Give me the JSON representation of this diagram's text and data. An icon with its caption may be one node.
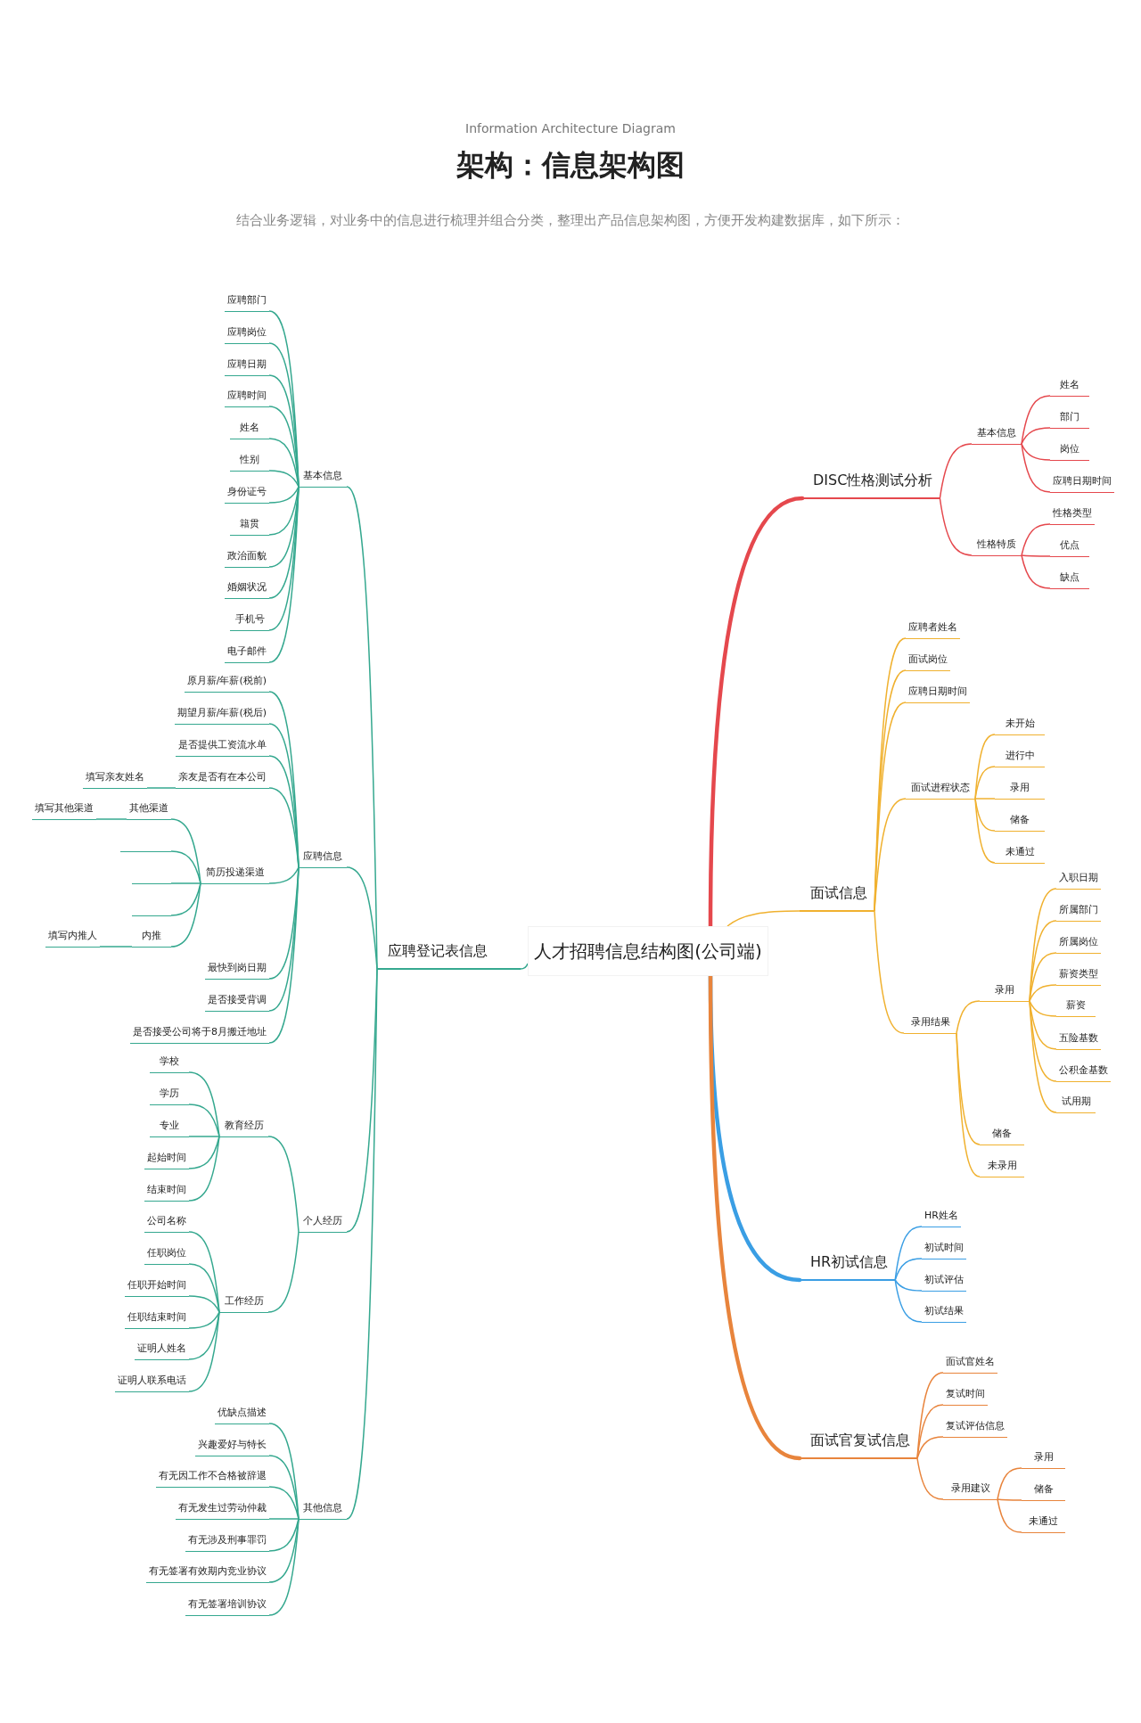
{
  "diagram": {
    "title": "架构：信息架构图",
    "labels": [
      "Information Architecture Diagram",
      "结合业务逻辑，对业务中的信息进行梳理并组合分类，整理出产品信息架构图，方便开发构建数据库，如下所示："
    ],
    "nodes": [
      {
        "text": [
          "人才招聘信息结构图(公司端)"
        ]
      },
      {
        "text": [
          "应聘登记表信息"
        ]
      },
      {
        "text": [
          "基本信息"
        ]
      },
      {
        "text": [
          "应聘部门"
        ]
      },
      {
        "text": [
          "应聘岗位"
        ]
      },
      {
        "text": [
          "应聘日期"
        ]
      },
      {
        "text": [
          "应聘时间"
        ]
      },
      {
        "text": [
          "姓名"
        ]
      },
      {
        "text": [
          "性别"
        ]
      },
      {
        "text": [
          "身份证号"
        ]
      },
      {
        "text": [
          "籍贯"
        ]
      },
      {
        "text": [
          "政治面貌"
        ]
      },
      {
        "text": [
          "婚姻状况"
        ]
      },
      {
        "text": [
          "手机号"
        ]
      },
      {
        "text": [
          "电子邮件"
        ]
      },
      {
        "text": [
          "应聘信息"
        ]
      },
      {
        "text": [
          "原月薪/年薪(税前)"
        ]
      },
      {
        "text": [
          "期望月薪/年薪(税后)"
        ]
      },
      {
        "text": [
          "是否提供工资流水单"
        ]
      },
      {
        "text": [
          "亲友是否有在本公司"
        ]
      },
      {
        "text": [
          "填写亲友姓名"
        ]
      },
      {
        "text": [
          "简历投递渠道"
        ]
      },
      {
        "text": [
          "其他渠道"
        ]
      },
      {
        "text": [
          "填写其他渠道"
        ]
      },
      {
        "text": [],
        "shape": "line"
      },
      {
        "text": [],
        "shape": "line"
      },
      {
        "text": [],
        "shape": "line"
      },
      {
        "text": [
          "内推"
        ]
      },
      {
        "text": [
          "填写内推人"
        ]
      },
      {
        "text": [
          "最快到岗日期"
        ]
      },
      {
        "text": [
          "是否接受背调"
        ]
      },
      {
        "text": [
          "是否接受公司将于8月搬迁地址"
        ]
      },
      {
        "text": [
          "个人经历"
        ]
      },
      {
        "text": [
          "教育经历"
        ]
      },
      {
        "text": [
          "学校"
        ]
      },
      {
        "text": [
          "学历"
        ]
      },
      {
        "text": [
          "专业"
        ]
      },
      {
        "text": [
          "起始时间"
        ]
      },
      {
        "text": [
          "结束时间"
        ]
      },
      {
        "text": [
          "工作经历"
        ]
      },
      {
        "text": [
          "公司名称"
        ]
      },
      {
        "text": [
          "任职岗位"
        ]
      },
      {
        "text": [
          "任职开始时间"
        ]
      },
      {
        "text": [
          "任职结束时间"
        ]
      },
      {
        "text": [
          "证明人姓名"
        ]
      },
      {
        "text": [
          "证明人联系电话"
        ]
      },
      {
        "text": [
          "其他信息"
        ]
      },
      {
        "text": [
          "优缺点描述"
        ]
      },
      {
        "text": [
          "兴趣爱好与特长"
        ]
      },
      {
        "text": [
          "有无因工作不合格被辞退"
        ]
      },
      {
        "text": [
          "有无发生过劳动仲裁"
        ]
      },
      {
        "text": [
          "有无涉及刑事罪罚"
        ]
      },
      {
        "text": [
          "有无签署有效期内竞业协议"
        ]
      },
      {
        "text": [
          "有无签署培训协议"
        ]
      },
      {
        "text": [
          "DISC性格测试分析"
        ]
      },
      {
        "text": [
          "基本信息"
        ]
      },
      {
        "text": [
          "姓名"
        ]
      },
      {
        "text": [
          "部门"
        ]
      },
      {
        "text": [
          "岗位"
        ]
      },
      {
        "text": [
          "应聘日期时间"
        ]
      },
      {
        "text": [
          "性格特质"
        ]
      },
      {
        "text": [
          "性格类型"
        ]
      },
      {
        "text": [
          "优点"
        ]
      },
      {
        "text": [
          "缺点"
        ]
      },
      {
        "text": [
          "面试信息"
        ]
      },
      {
        "text": [
          "应聘者姓名"
        ]
      },
      {
        "text": [
          "面试岗位"
        ]
      },
      {
        "text": [
          "应聘日期时间"
        ]
      },
      {
        "text": [
          "面试进程状态"
        ]
      },
      {
        "text": [
          "未开始"
        ]
      },
      {
        "text": [
          "进行中"
        ]
      },
      {
        "text": [
          "录用"
        ]
      },
      {
        "text": [
          "储备"
        ]
      },
      {
        "text": [
          "未通过"
        ]
      },
      {
        "text": [
          "录用结果"
        ]
      },
      {
        "text": [
          "录用"
        ]
      },
      {
        "text": [
          "入职日期"
        ]
      },
      {
        "text": [
          "所属部门"
        ]
      },
      {
        "text": [
          "所属岗位"
        ]
      },
      {
        "text": [
          "薪资类型"
        ]
      },
      {
        "text": [
          "薪资"
        ]
      },
      {
        "text": [
          "五险基数"
        ]
      },
      {
        "text": [
          "公积金基数"
        ]
      },
      {
        "text": [
          "试用期"
        ]
      },
      {
        "text": [
          "储备"
        ]
      },
      {
        "text": [
          "未录用"
        ]
      },
      {
        "text": [
          "HR初试信息"
        ]
      },
      {
        "text": [
          "HR姓名"
        ]
      },
      {
        "text": [
          "初试时间"
        ]
      },
      {
        "text": [
          "初试评估"
        ]
      },
      {
        "text": [
          "初试结果"
        ]
      },
      {
        "text": [
          "面试官复试信息"
        ]
      },
      {
        "text": [
          "面试官姓名"
        ]
      },
      {
        "text": [
          "复试时间"
        ]
      },
      {
        "text": [
          "复试评估信息"
        ]
      },
      {
        "text": [
          "录用建议"
        ]
      },
      {
        "text": [
          "录用"
        ]
      },
      {
        "text": [
          "储备"
        ]
      },
      {
        "text": [
          "未通过"
        ]
      }
    ],
    "edges": [
      {
        "from": 0,
        "to": 1,
        "arrow": "none"
      },
      {
        "from": 1,
        "to": 2,
        "arrow": "none"
      },
      {
        "from": 2,
        "to": 3,
        "arrow": "none"
      },
      {
        "from": 2,
        "to": 4,
        "arrow": "none"
      },
      {
        "from": 2,
        "to": 5,
        "arrow": "none"
      },
      {
        "from": 2,
        "to": 6,
        "arrow": "none"
      },
      {
        "from": 2,
        "to": 7,
        "arrow": "none"
      },
      {
        "from": 2,
        "to": 8,
        "arrow": "none"
      },
      {
        "from": 2,
        "to": 9,
        "arrow": "none"
      },
      {
        "from": 2,
        "to": 10,
        "arrow": "none"
      },
      {
        "from": 2,
        "to": 11,
        "arrow": "none"
      },
      {
        "from": 2,
        "to": 12,
        "arrow": "none"
      },
      {
        "from": 2,
        "to": 13,
        "arrow": "none"
      },
      {
        "from": 2,
        "to": 14,
        "arrow": "none"
      },
      {
        "from": 1,
        "to": 15,
        "arrow": "none"
      },
      {
        "from": 15,
        "to": 16,
        "arrow": "none"
      },
      {
        "from": 15,
        "to": 17,
        "arrow": "none"
      },
      {
        "from": 15,
        "to": 18,
        "arrow": "none"
      },
      {
        "from": 15,
        "to": 19,
        "arrow": "none"
      },
      {
        "from": 19,
        "to": 20,
        "arrow": "none"
      },
      {
        "from": 15,
        "to": 21,
        "arrow": "none"
      },
      {
        "from": 21,
        "to": 22,
        "arrow": "none"
      },
      {
        "from": 22,
        "to": 23,
        "arrow": "none"
      },
      {
        "from": 21,
        "to": 24,
        "arrow": "none"
      },
      {
        "from": 21,
        "to": 25,
        "arrow": "none"
      },
      {
        "from": 21,
        "to": 26,
        "arrow": "none"
      },
      {
        "from": 21,
        "to": 27,
        "arrow": "none"
      },
      {
        "from": 27,
        "to": 28,
        "arrow": "none"
      },
      {
        "from": 15,
        "to": 29,
        "arrow": "none"
      },
      {
        "from": 15,
        "to": 30,
        "arrow": "none"
      },
      {
        "from": 15,
        "to": 31,
        "arrow": "none"
      },
      {
        "from": 1,
        "to": 32,
        "arrow": "none"
      },
      {
        "from": 32,
        "to": 33,
        "arrow": "none"
      },
      {
        "from": 33,
        "to": 34,
        "arrow": "none"
      },
      {
        "from": 33,
        "to": 35,
        "arrow": "none"
      },
      {
        "from": 33,
        "to": 36,
        "arrow": "none"
      },
      {
        "from": 33,
        "to": 37,
        "arrow": "none"
      },
      {
        "from": 33,
        "to": 38,
        "arrow": "none"
      },
      {
        "from": 32,
        "to": 39,
        "arrow": "none"
      },
      {
        "from": 39,
        "to": 40,
        "arrow": "none"
      },
      {
        "from": 39,
        "to": 41,
        "arrow": "none"
      },
      {
        "from": 39,
        "to": 42,
        "arrow": "none"
      },
      {
        "from": 39,
        "to": 43,
        "arrow": "none"
      },
      {
        "from": 39,
        "to": 44,
        "arrow": "none"
      },
      {
        "from": 39,
        "to": 45,
        "arrow": "none"
      },
      {
        "from": 1,
        "to": 46,
        "arrow": "none"
      },
      {
        "from": 46,
        "to": 47,
        "arrow": "none"
      },
      {
        "from": 46,
        "to": 48,
        "arrow": "none"
      },
      {
        "from": 46,
        "to": 49,
        "arrow": "none"
      },
      {
        "from": 46,
        "to": 50,
        "arrow": "none"
      },
      {
        "from": 46,
        "to": 51,
        "arrow": "none"
      },
      {
        "from": 46,
        "to": 52,
        "arrow": "none"
      },
      {
        "from": 46,
        "to": 53,
        "arrow": "none"
      },
      {
        "from": 0,
        "to": 54,
        "arrow": "none",
        "style": "thick",
        "color": "#e5484d"
      },
      {
        "from": 54,
        "to": 55,
        "arrow": "none",
        "color": "#e5484d"
      },
      {
        "from": 55,
        "to": 56,
        "arrow": "none",
        "color": "#e5484d"
      },
      {
        "from": 55,
        "to": 57,
        "arrow": "none",
        "color": "#e5484d"
      },
      {
        "from": 55,
        "to": 58,
        "arrow": "none",
        "color": "#e5484d"
      },
      {
        "from": 55,
        "to": 59,
        "arrow": "none",
        "color": "#e5484d"
      },
      {
        "from": 54,
        "to": 60,
        "arrow": "none",
        "color": "#e5484d"
      },
      {
        "from": 60,
        "to": 61,
        "arrow": "none",
        "color": "#e5484d"
      },
      {
        "from": 60,
        "to": 62,
        "arrow": "none",
        "color": "#e5484d"
      },
      {
        "from": 60,
        "to": 63,
        "arrow": "none",
        "color": "#e5484d"
      },
      {
        "from": 0,
        "to": 64,
        "arrow": "none",
        "color": "#f0b12f"
      },
      {
        "from": 64,
        "to": 65,
        "arrow": "none",
        "color": "#f0b12f"
      },
      {
        "from": 64,
        "to": 66,
        "arrow": "none",
        "color": "#f0b12f"
      },
      {
        "from": 64,
        "to": 67,
        "arrow": "none",
        "color": "#f0b12f"
      },
      {
        "from": 64,
        "to": 68,
        "arrow": "none",
        "color": "#f0b12f"
      },
      {
        "from": 68,
        "to": 69,
        "arrow": "none",
        "color": "#f0b12f"
      },
      {
        "from": 68,
        "to": 70,
        "arrow": "none",
        "color": "#f0b12f"
      },
      {
        "from": 68,
        "to": 71,
        "arrow": "none",
        "color": "#f0b12f"
      },
      {
        "from": 68,
        "to": 72,
        "arrow": "none",
        "color": "#f0b12f"
      },
      {
        "from": 68,
        "to": 73,
        "arrow": "none",
        "color": "#f0b12f"
      },
      {
        "from": 64,
        "to": 74,
        "arrow": "none",
        "color": "#f0b12f"
      },
      {
        "from": 74,
        "to": 75,
        "arrow": "none",
        "color": "#f0b12f"
      },
      {
        "from": 75,
        "to": 76,
        "arrow": "none",
        "color": "#f0b12f"
      },
      {
        "from": 75,
        "to": 77,
        "arrow": "none",
        "color": "#f0b12f"
      },
      {
        "from": 75,
        "to": 78,
        "arrow": "none",
        "color": "#f0b12f"
      },
      {
        "from": 75,
        "to": 79,
        "arrow": "none",
        "color": "#f0b12f"
      },
      {
        "from": 75,
        "to": 80,
        "arrow": "none",
        "color": "#f0b12f"
      },
      {
        "from": 75,
        "to": 81,
        "arrow": "none",
        "color": "#f0b12f"
      },
      {
        "from": 75,
        "to": 82,
        "arrow": "none",
        "color": "#f0b12f"
      },
      {
        "from": 75,
        "to": 83,
        "arrow": "none",
        "color": "#f0b12f"
      },
      {
        "from": 74,
        "to": 84,
        "arrow": "none",
        "color": "#f0b12f"
      },
      {
        "from": 74,
        "to": 85,
        "arrow": "none",
        "color": "#f0b12f"
      },
      {
        "from": 0,
        "to": 86,
        "arrow": "none",
        "style": "thick",
        "color": "#3a9ee4"
      },
      {
        "from": 86,
        "to": 87,
        "arrow": "none",
        "color": "#3a9ee4"
      },
      {
        "from": 86,
        "to": 88,
        "arrow": "none",
        "color": "#3a9ee4"
      },
      {
        "from": 86,
        "to": 89,
        "arrow": "none",
        "color": "#3a9ee4"
      },
      {
        "from": 86,
        "to": 90,
        "arrow": "none",
        "color": "#3a9ee4"
      },
      {
        "from": 0,
        "to": 91,
        "arrow": "none",
        "style": "thick",
        "color": "#e8843c"
      },
      {
        "from": 91,
        "to": 92,
        "arrow": "none",
        "color": "#e8843c"
      },
      {
        "from": 91,
        "to": 93,
        "arrow": "none",
        "color": "#e8843c"
      },
      {
        "from": 91,
        "to": 94,
        "arrow": "none",
        "color": "#e8843c"
      },
      {
        "from": 91,
        "to": 95,
        "arrow": "none",
        "color": "#e8843c"
      },
      {
        "from": 95,
        "to": 96,
        "arrow": "none",
        "color": "#e8843c"
      },
      {
        "from": 95,
        "to": 97,
        "arrow": "none",
        "color": "#e8843c"
      },
      {
        "from": 95,
        "to": 98,
        "arrow": "none",
        "color": "#e8843c"
      }
    ]
  }
}
